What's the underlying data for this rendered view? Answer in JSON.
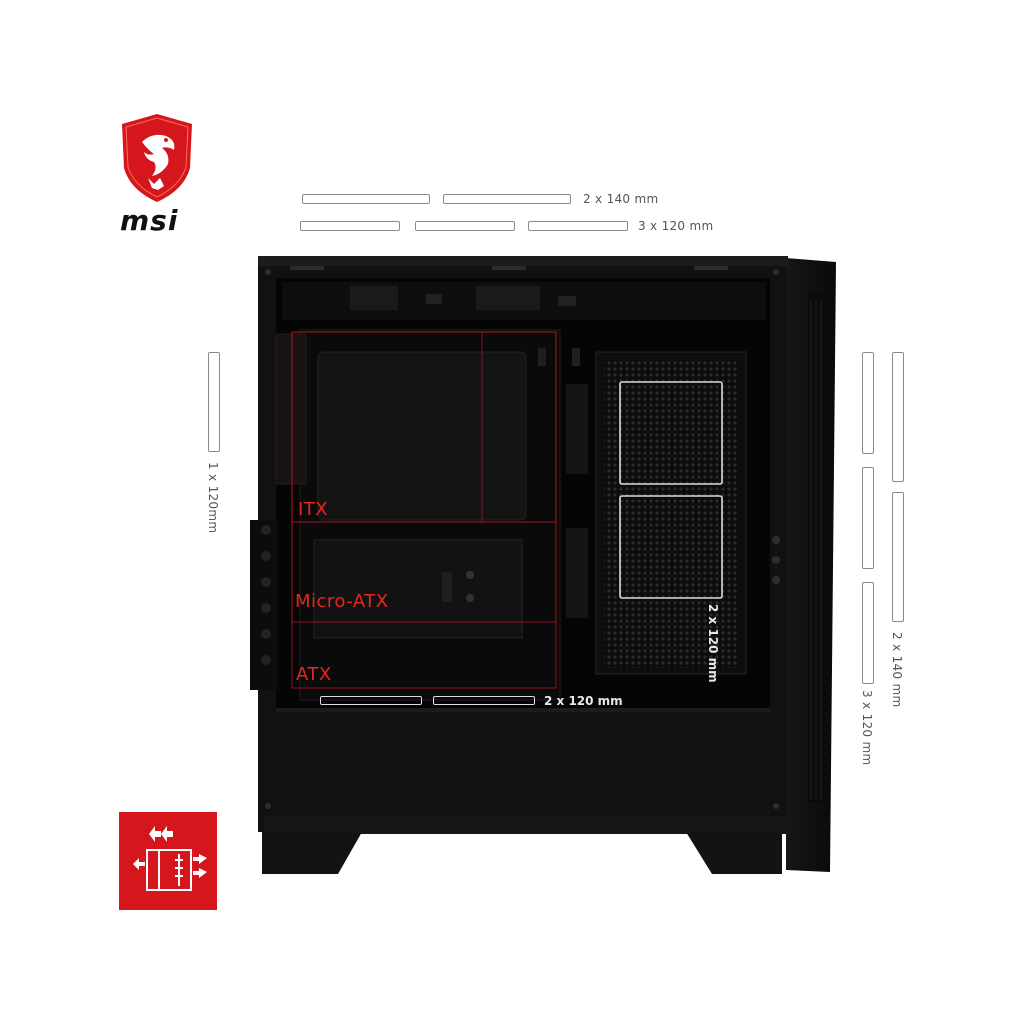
{
  "brand": {
    "name": "msi",
    "logo": "msi-dragon-shield",
    "color": "#d5171d"
  },
  "labels": {
    "top_140": "2 x 140 mm",
    "top_120": "3 x 120 mm",
    "rear_120": "1 x 120mm",
    "front_140": "2 x 140 mm",
    "front_120": "3 x 120 mm",
    "bottom_120": "2 x 120 mm",
    "hdd_120": "2 x 120 mm"
  },
  "motherboard": {
    "itx": "ITX",
    "micro_atx": "Micro-ATX",
    "atx": "ATX"
  },
  "badge": {
    "icon": "airflow-icon",
    "color": "#d5171d"
  }
}
